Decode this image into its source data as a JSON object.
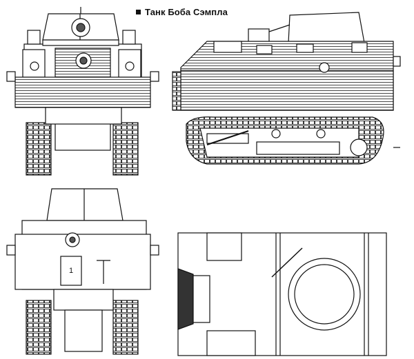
{
  "caption": {
    "bullet_icon": "filled-square-icon",
    "title": "Танк Боба Сэмпла"
  },
  "views": [
    "front-view",
    "side-view",
    "rear-view",
    "top-view"
  ],
  "hatch_mark": "1",
  "colors": {
    "ink": "#111111",
    "paper": "#ffffff",
    "hatch": "#555555"
  }
}
